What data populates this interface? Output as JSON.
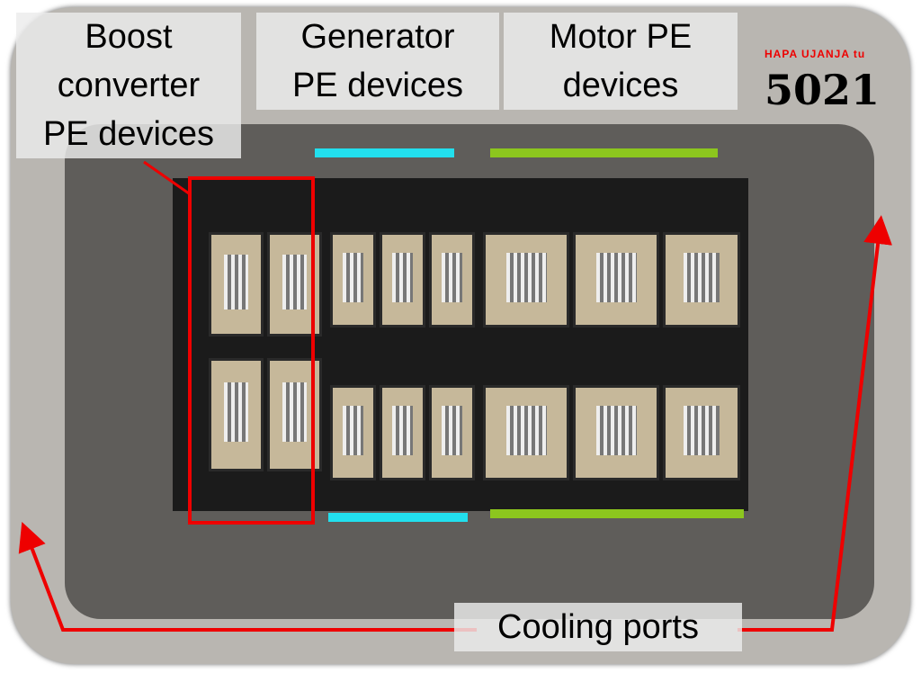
{
  "labels": {
    "boost": [
      "Boost",
      "converter",
      "PE devices"
    ],
    "generator": [
      "Generator",
      "PE devices"
    ],
    "motor": [
      "Motor PE",
      "devices"
    ],
    "cooling": "Cooling ports"
  },
  "logo": {
    "tagline": "HAPA UJANJA tu",
    "number": "5021"
  },
  "colors": {
    "generator_bar": "#22e0ee",
    "motor_bar": "#8cc61e",
    "annotation": "#ee0000"
  }
}
